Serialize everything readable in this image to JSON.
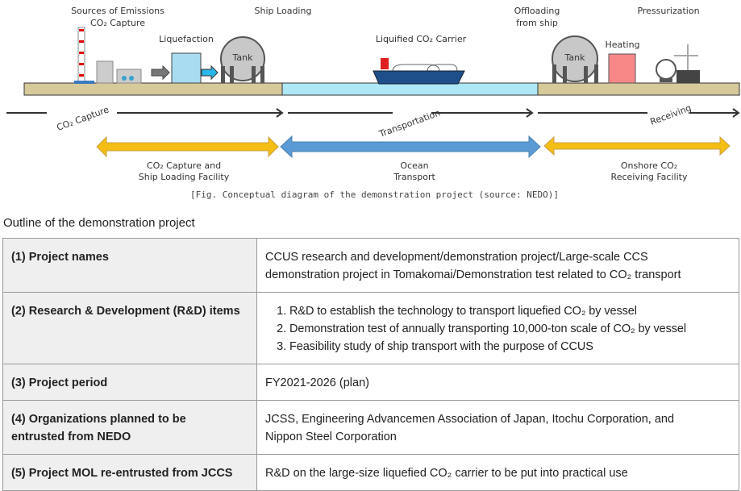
{
  "diagram": {
    "labels": {
      "sources": "Sources of Emissions",
      "capture": "CO₂ Capture",
      "liquefaction": "Liquefaction",
      "tank1": "Tank",
      "ship_loading": "Ship Loading",
      "carrier": "Liquified CO₂ Carrier",
      "offloading1": "Offloading",
      "offloading2": "from ship",
      "tank2": "Tank",
      "heating": "Heating",
      "pressurization": "Pressurization"
    },
    "stages": {
      "capture": "CO₂ Capture",
      "transportation": "Transportation",
      "receiving": "Receiving"
    },
    "facilities": [
      {
        "line1": "CO₂ Capture and",
        "line2": "Ship Loading Facility",
        "color": "#f5be14"
      },
      {
        "line1": "Ocean",
        "line2": "Transport",
        "color": "#5b9bd5"
      },
      {
        "line1": "Onshore CO₂",
        "line2": "Receiving Facility",
        "color": "#f5be14"
      }
    ]
  },
  "caption": "[Fig. Conceptual diagram of the demonstration project (source: NEDO)]",
  "outline_title": "Outline of the demonstration project",
  "table": {
    "rows": [
      {
        "label": [
          "(1) Project names"
        ],
        "value": [
          "CCUS research and development/demonstration project/Large-scale CCS",
          "demonstration project in Tomakomai/Demonstration test related to CO₂ transport"
        ]
      },
      {
        "label": [
          "(2) Research & Development (R&D) items"
        ],
        "list": [
          "R&D to establish the technology to transport liquefied CO₂ by vessel",
          "Demonstration test of annually transporting 10,000-ton scale of CO₂ by vessel",
          "Feasibility study of ship transport with the purpose of CCUS"
        ]
      },
      {
        "label": [
          "(3) Project period"
        ],
        "value": [
          "FY2021-2026 (plan)"
        ]
      },
      {
        "label": [
          "(4) Organizations planned to be",
          "entrusted from NEDO"
        ],
        "value": [
          "JCSS, Engineering Advancemen Association of Japan, Itochu Corporation, and",
          "Nippon Steel Corporation"
        ]
      },
      {
        "label": [
          "(5) Project MOL re-entrusted from JCCS"
        ],
        "value": [
          "R&D on the large-size liquefied CO₂ carrier to be put into practical use"
        ]
      }
    ]
  }
}
